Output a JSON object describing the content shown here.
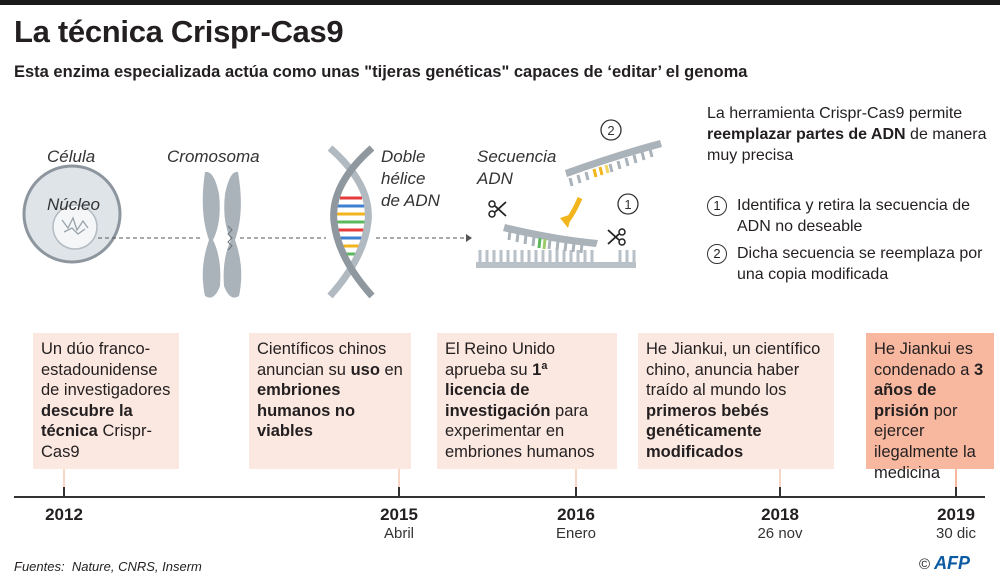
{
  "header": {
    "title": "La técnica Crispr-Cas9",
    "subtitle": "Esta enzima especializada actúa como unas \"tijeras genéticas\" capaces de ‘editar’ el genoma"
  },
  "illustration": {
    "celula": "Célula",
    "nucleo": "Núcleo",
    "cromosoma": "Cromosoma",
    "doble_l1": "Doble",
    "doble_l2": "hélice",
    "doble_l3": "de ADN",
    "secuencia_l1": "Secuencia",
    "secuencia_l2": "ADN",
    "marker_1": "1",
    "marker_2": "2"
  },
  "explanation": {
    "intro_a": "La herramienta Crispr-Cas9 permite ",
    "intro_b": "reemplazar partes de ADN",
    "intro_c": " de manera muy precisa",
    "step1_num": "1",
    "step1": "Identifica y retira la secuencia de ADN no deseable",
    "step2_num": "2",
    "step2": "Dicha secuencia se reemplaza por una copia modificada"
  },
  "timeline": [
    {
      "year": "2012",
      "sub": "",
      "parts": [
        {
          "t": "Un dúo franco-estadounidense de investigadores "
        },
        {
          "t": "descubre la técnica",
          "b": true
        },
        {
          "t": " Crispr-Cas9"
        }
      ]
    },
    {
      "year": "2015",
      "sub": "Abril",
      "parts": [
        {
          "t": "Científicos chinos anuncian su "
        },
        {
          "t": "uso",
          "b": true
        },
        {
          "t": " en "
        },
        {
          "t": "embriones humanos no viables",
          "b": true
        }
      ]
    },
    {
      "year": "2016",
      "sub": "Enero",
      "parts": [
        {
          "t": "El Reino Unido aprueba su "
        },
        {
          "t": "1ª licencia de investigación",
          "b": true
        },
        {
          "t": " para experimentar en embriones humanos"
        }
      ]
    },
    {
      "year": "2018",
      "sub": "26 nov",
      "parts": [
        {
          "t": "He Jiankui, un científico chino, anuncia haber traído al mundo los "
        },
        {
          "t": "primeros bebés genéticamente modificados",
          "b": true
        }
      ]
    },
    {
      "year": "2019",
      "sub": "30 dic",
      "parts": [
        {
          "t": "He Jiankui es condenado a "
        },
        {
          "t": "3 años de prisión",
          "b": true
        },
        {
          "t": " por ejercer ilegalmente la medicina"
        }
      ]
    }
  ],
  "footer": {
    "sources_label": "Fuentes:",
    "sources": "Nature, CNRS, Inserm",
    "copyright": "©",
    "brand": "AFP"
  },
  "colors": {
    "card": "#fbe8e0",
    "card_highlight": "#f7b89f",
    "accent_gold": "#f2b61c",
    "afp_blue": "#0b5aa2"
  }
}
